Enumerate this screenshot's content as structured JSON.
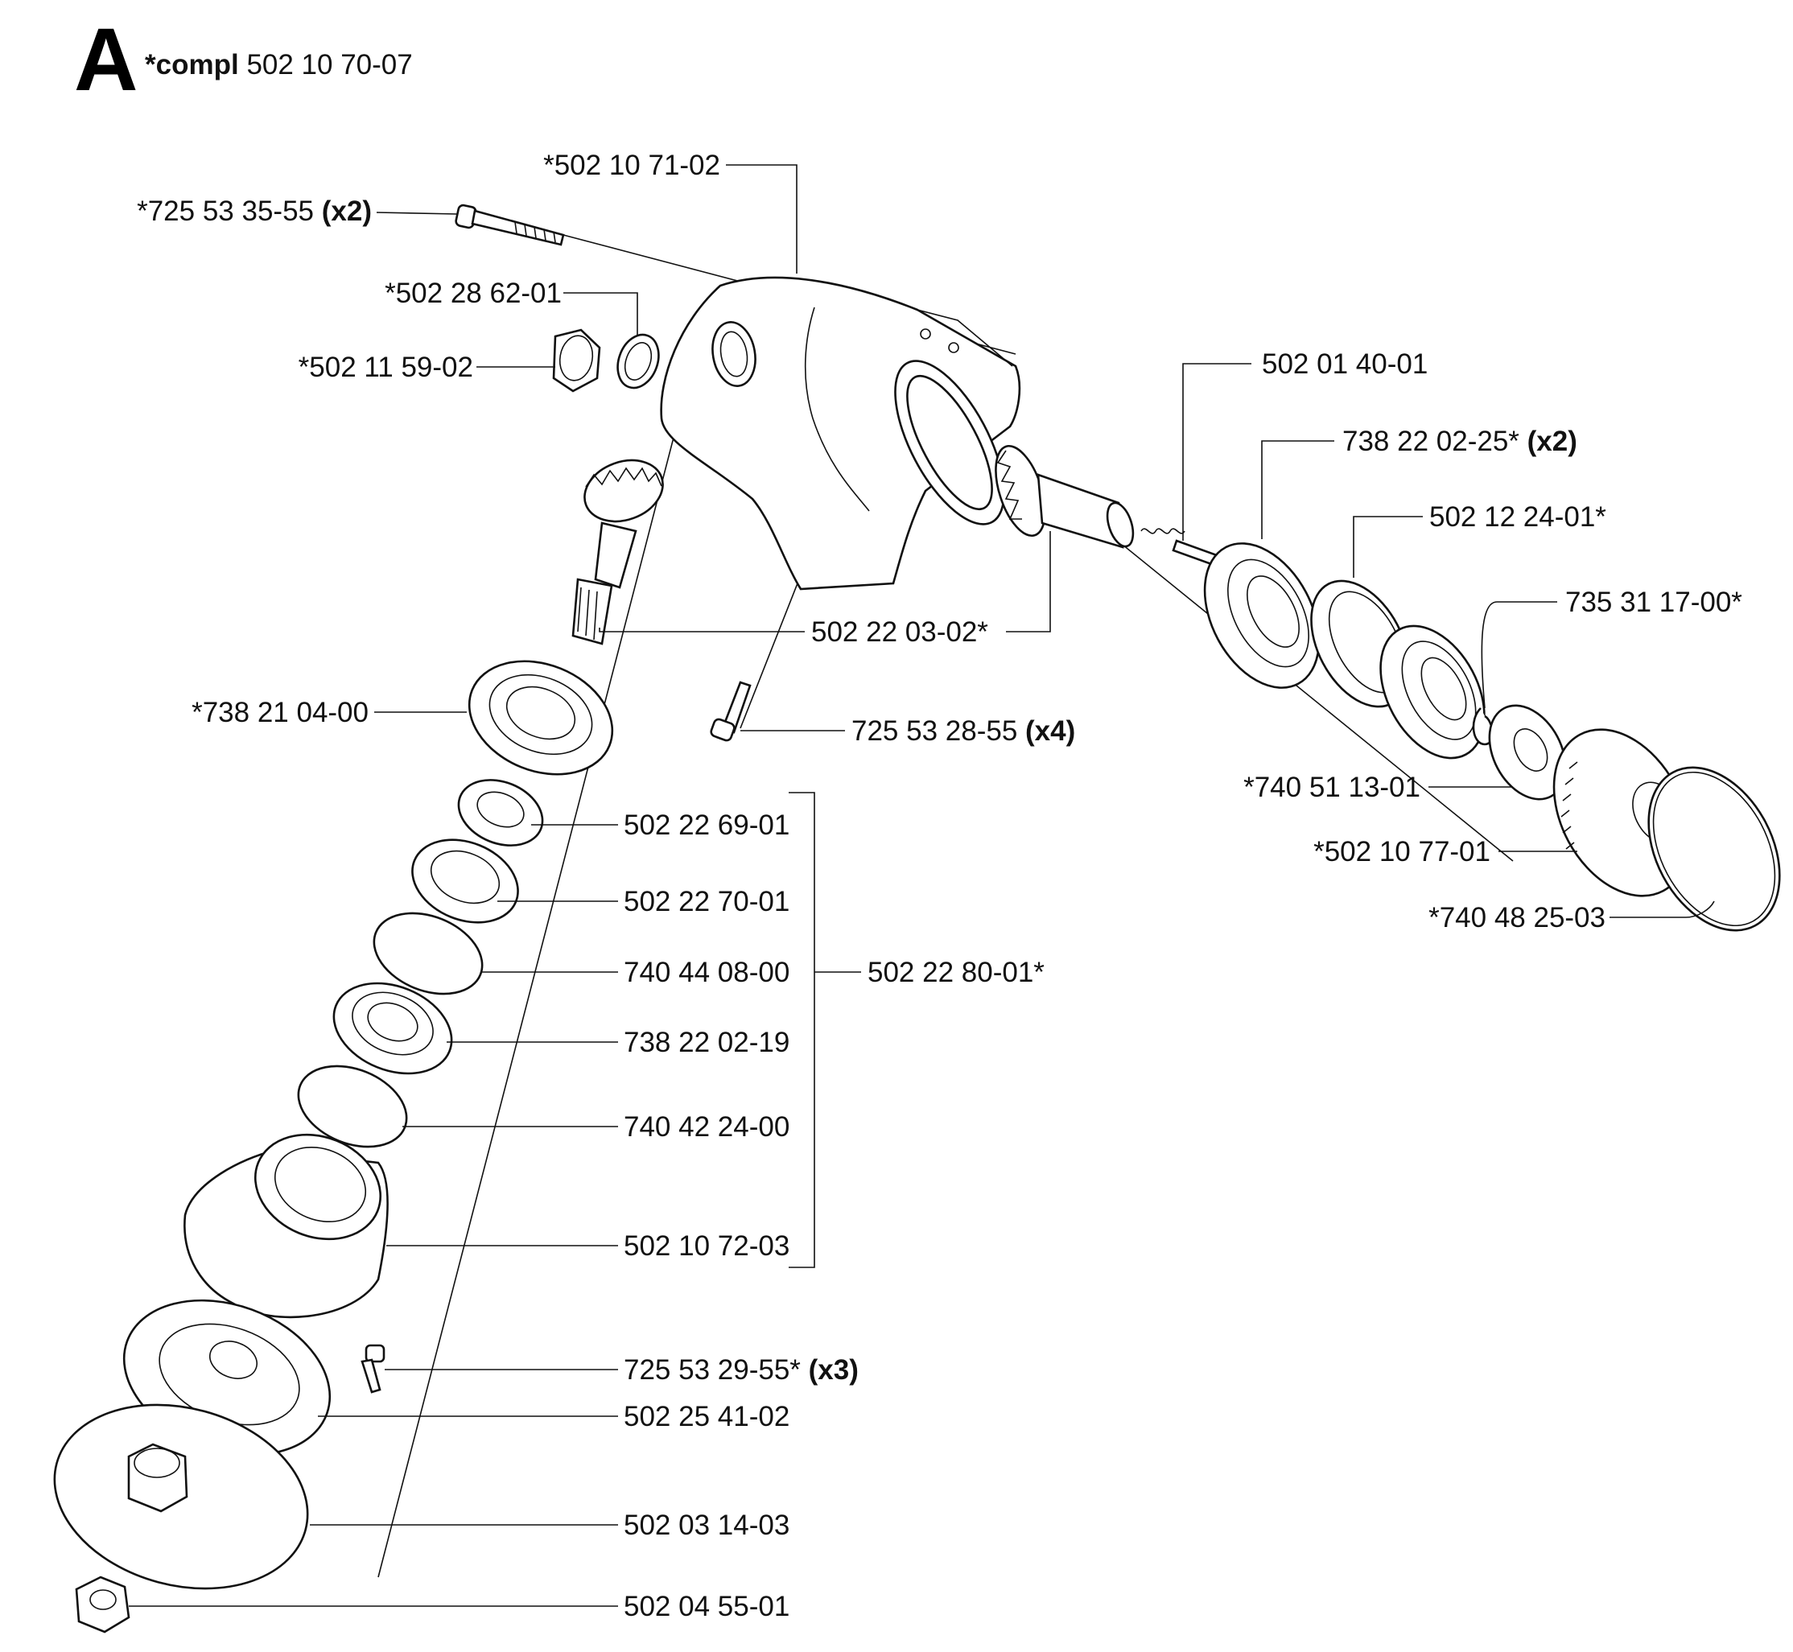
{
  "header": {
    "letter": "A",
    "compl_prefix": "*compl",
    "compl_number": "502 10 70-07"
  },
  "callouts": [
    {
      "id": "c01",
      "number": "*502 10 71-02",
      "qty": ""
    },
    {
      "id": "c02",
      "number": "*725 53 35-55",
      "qty": "(x2)"
    },
    {
      "id": "c03",
      "number": "*502 28 62-01",
      "qty": ""
    },
    {
      "id": "c04",
      "number": "*502 11 59-02",
      "qty": ""
    },
    {
      "id": "c05",
      "number": "502 01 40-01",
      "qty": ""
    },
    {
      "id": "c06",
      "number": "738 22 02-25*",
      "qty": "(x2)"
    },
    {
      "id": "c07",
      "number": "502 12 24-01*",
      "qty": ""
    },
    {
      "id": "c08",
      "number": "735 31 17-00*",
      "qty": ""
    },
    {
      "id": "c09",
      "number": "502 22 03-02*",
      "qty": ""
    },
    {
      "id": "c10",
      "number": "*738 21 04-00",
      "qty": ""
    },
    {
      "id": "c11",
      "number": "725 53 28-55",
      "qty": "(x4)"
    },
    {
      "id": "c12",
      "number": "*740 51 13-01",
      "qty": ""
    },
    {
      "id": "c13",
      "number": "*502 10 77-01",
      "qty": ""
    },
    {
      "id": "c14",
      "number": "*740 48 25-03",
      "qty": ""
    },
    {
      "id": "c15",
      "number": "502 22 69-01",
      "qty": ""
    },
    {
      "id": "c16",
      "number": "502 22 70-01",
      "qty": ""
    },
    {
      "id": "c17",
      "number": "740 44 08-00",
      "qty": ""
    },
    {
      "id": "c18",
      "number": "502 22 80-01*",
      "qty": ""
    },
    {
      "id": "c19",
      "number": "738 22 02-19",
      "qty": ""
    },
    {
      "id": "c20",
      "number": "740 42 24-00",
      "qty": ""
    },
    {
      "id": "c21",
      "number": "502 10 72-03",
      "qty": ""
    },
    {
      "id": "c22",
      "number": "725 53 29-55*",
      "qty": "(x3)"
    },
    {
      "id": "c23",
      "number": "502 25 41-02",
      "qty": ""
    },
    {
      "id": "c24",
      "number": "502 03 14-03",
      "qty": ""
    },
    {
      "id": "c25",
      "number": "502 04 55-01",
      "qty": ""
    }
  ]
}
